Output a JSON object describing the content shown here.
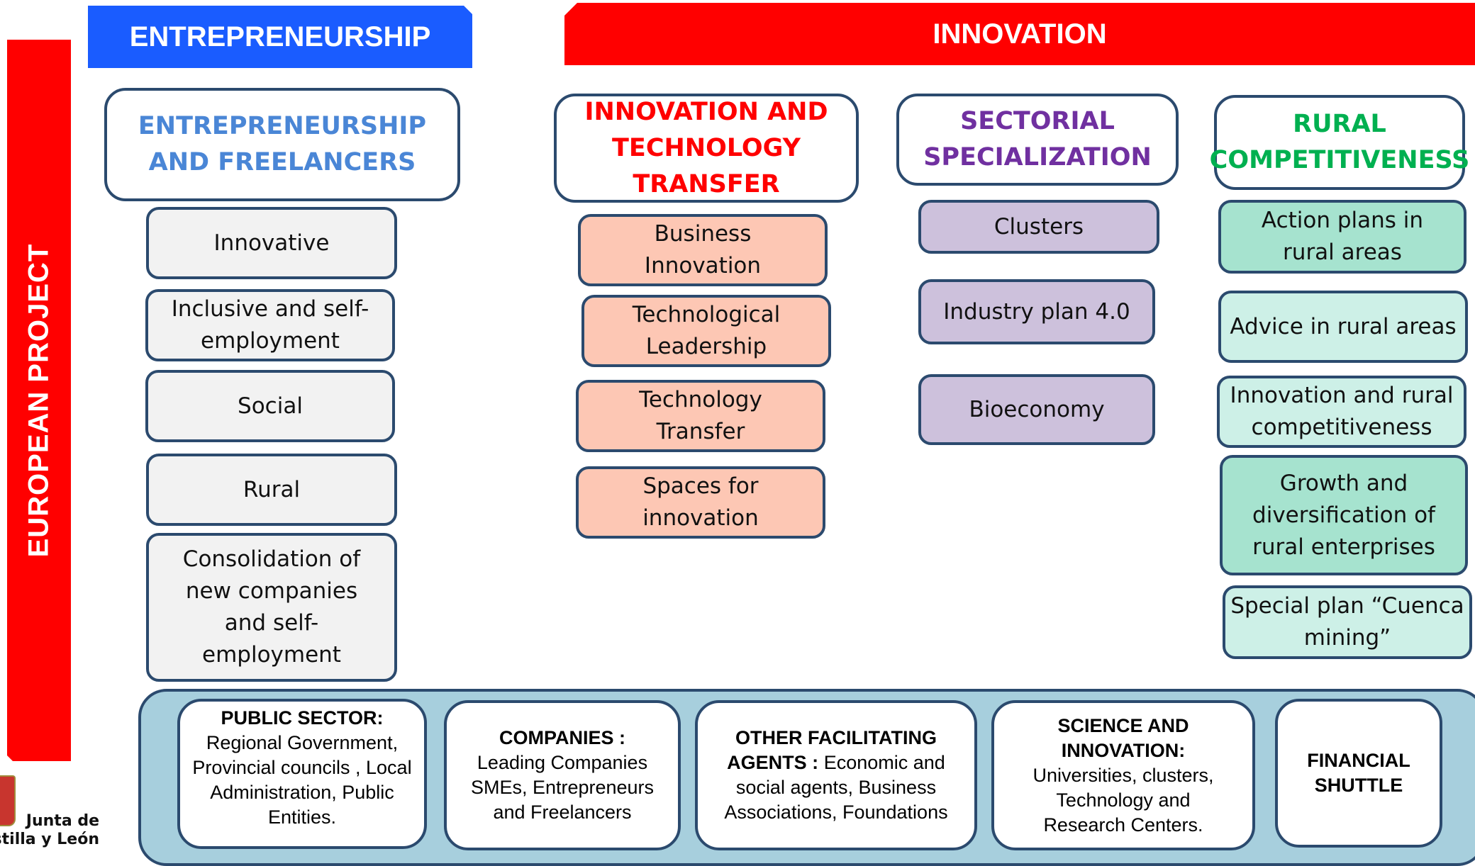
{
  "side_label": "EUROPEAN PROJECT",
  "banners": {
    "entrepreneurship": "ENTREPRENEURSHIP",
    "innovation": "INNOVATION"
  },
  "columns": {
    "entrepreneurship": {
      "header": [
        "ENTREPRENEURSHIP",
        "AND FREELANCERS"
      ],
      "header_color": "#4a86d6",
      "items": [
        "Innovative",
        "Inclusive and self-employment",
        "Social",
        "Rural",
        "Consolidation of new companies and self-employment"
      ]
    },
    "innovation_tech": {
      "header": [
        "INNOVATION AND",
        "TECHNOLOGY",
        "TRANSFER"
      ],
      "header_color": "#ff0000",
      "items": [
        "Business Innovation",
        "Technological Leadership",
        "Technology Transfer",
        "Spaces for innovation"
      ]
    },
    "sectorial": {
      "header": [
        "SECTORIAL",
        "SPECIALIZATION"
      ],
      "header_color": "#7030a0",
      "items": [
        "Clusters",
        "Industry plan 4.0",
        "Bioeconomy"
      ]
    },
    "rural": {
      "header": [
        "RURAL",
        "COMPETITIVENESS"
      ],
      "header_color": "#00b050",
      "items": [
        "Action plans in rural areas",
        "Advice in rural areas",
        "Innovation and rural competitiveness",
        "Growth and diversification of rural enterprises",
        "Special plan “Cuenca mining”"
      ]
    }
  },
  "agents": [
    {
      "title": "PUBLIC SECTOR:",
      "body": "Regional Government, Provincial councils , Local Administration, Public Entities."
    },
    {
      "title": "COMPANIES :",
      "body": "Leading Companies SMEs, Entrepreneurs and Freelancers"
    },
    {
      "title": "OTHER FACILITATING AGENTS :",
      "body": "Economic and social agents, Business Associations, Foundations"
    },
    {
      "title": "SCIENCE AND INNOVATION:",
      "body": "Universities, clusters, Technology and Research Centers."
    },
    {
      "title": "FINANCIAL SHUTTLE",
      "body": ""
    }
  ],
  "logo": {
    "line1": "Junta de",
    "line2": "Castilla y León"
  }
}
